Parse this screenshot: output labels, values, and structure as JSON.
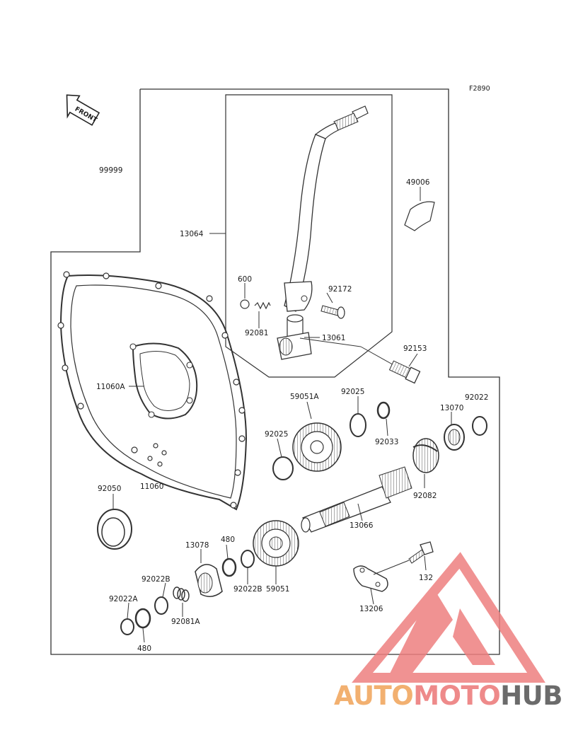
{
  "figure_code": "F2890",
  "front_label": "FRONT",
  "watermark": {
    "parts": [
      "AUTO",
      "MOTO",
      "HUB"
    ],
    "colors": {
      "auto": "#f2b070",
      "moto": "#ee8a8a",
      "hub": "#6b6b6b",
      "triangle": "#ee7f7f"
    }
  },
  "labels": {
    "l99999": "99999",
    "l13064": "13064",
    "l49006": "49006",
    "l600": "600",
    "l92172": "92172",
    "l92081": "92081",
    "l13061": "13061",
    "l92153": "92153",
    "l11060A": "11060A",
    "l59051A": "59051A",
    "l92025a": "92025",
    "l92022": "92022",
    "l13070": "13070",
    "l92025b": "92025",
    "l92033": "92033",
    "l11060": "11060",
    "l92082": "92082",
    "l92050": "92050",
    "l13066": "13066",
    "l13078": "13078",
    "l480a": "480",
    "l132": "132",
    "l92022B_a": "92022B",
    "l92022B_b": "92022B",
    "l59051": "59051",
    "l92022A": "92022A",
    "l92081A": "92081A",
    "l13206": "13206",
    "l480b": "480"
  }
}
